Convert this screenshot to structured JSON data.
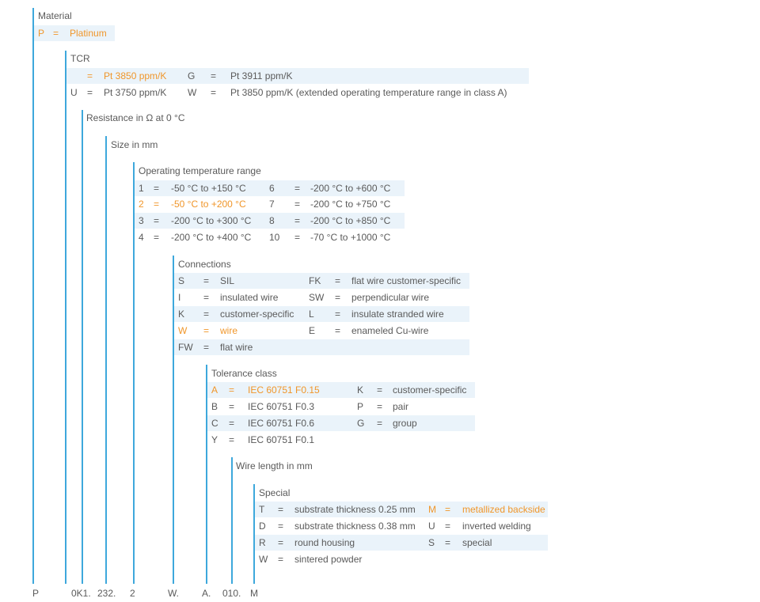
{
  "accent_color": "#3ea8dc",
  "highlight_color": "#f0962a",
  "band_color": "#eaf3fa",
  "material": {
    "title": "Material",
    "rows": [
      {
        "cells": [
          "P",
          "=",
          "Platinum"
        ],
        "highlight": [
          true,
          true,
          true
        ]
      }
    ]
  },
  "tcr": {
    "title": "TCR",
    "rows": [
      {
        "cells": [
          "",
          "=",
          "Pt 3850 ppm/K",
          "G",
          "=",
          "Pt 3911 ppm/K"
        ],
        "highlight": [
          true,
          true,
          true,
          false,
          false,
          false
        ]
      },
      {
        "cells": [
          "U",
          "=",
          "Pt 3750 ppm/K",
          "W",
          "=",
          "Pt 3850 ppm/K (extended operating temperature range in class A)"
        ],
        "highlight": [
          false,
          false,
          false,
          false,
          false,
          false
        ]
      }
    ]
  },
  "resistance": {
    "title": "Resistance in Ω at 0 °C"
  },
  "size": {
    "title": "Size in mm"
  },
  "operating_temp": {
    "title": "Operating temperature range",
    "rows": [
      {
        "cells": [
          "1",
          "=",
          "-50 °C to +150 °C",
          "6",
          "=",
          "-200 °C to +600 °C"
        ],
        "highlight": [
          false,
          false,
          false,
          false,
          false,
          false
        ]
      },
      {
        "cells": [
          "2",
          "=",
          "-50 °C to +200 °C",
          "7",
          "=",
          "-200 °C to +750 °C"
        ],
        "highlight": [
          true,
          true,
          true,
          false,
          false,
          false
        ]
      },
      {
        "cells": [
          "3",
          "=",
          "-200 °C to +300 °C",
          "8",
          "=",
          "-200 °C to +850 °C"
        ],
        "highlight": [
          false,
          false,
          false,
          false,
          false,
          false
        ]
      },
      {
        "cells": [
          "4",
          "=",
          "-200 °C to +400 °C",
          "10",
          "=",
          "-70 °C to +1000 °C"
        ],
        "highlight": [
          false,
          false,
          false,
          false,
          false,
          false
        ]
      }
    ]
  },
  "connections": {
    "title": "Connections",
    "rows": [
      {
        "cells": [
          "S",
          "=",
          "SIL",
          "FK",
          "=",
          "flat wire customer-specific"
        ],
        "highlight": [
          false,
          false,
          false,
          false,
          false,
          false
        ]
      },
      {
        "cells": [
          "I",
          "=",
          "insulated wire",
          "SW",
          "=",
          "perpendicular wire"
        ],
        "highlight": [
          false,
          false,
          false,
          false,
          false,
          false
        ]
      },
      {
        "cells": [
          "K",
          "=",
          "customer-specific",
          "L",
          "=",
          "insulate stranded wire"
        ],
        "highlight": [
          false,
          false,
          false,
          false,
          false,
          false
        ]
      },
      {
        "cells": [
          "W",
          "=",
          "wire",
          "E",
          "=",
          "enameled Cu-wire"
        ],
        "highlight": [
          true,
          true,
          true,
          false,
          false,
          false
        ]
      },
      {
        "cells": [
          "FW",
          "=",
          "flat wire"
        ],
        "highlight": [
          false,
          false,
          false
        ]
      }
    ]
  },
  "tolerance": {
    "title": "Tolerance class",
    "rows": [
      {
        "cells": [
          "A",
          "=",
          "IEC 60751 F0.15",
          "K",
          "=",
          "customer-specific"
        ],
        "highlight": [
          true,
          true,
          true,
          false,
          false,
          false
        ]
      },
      {
        "cells": [
          "B",
          "=",
          "IEC 60751 F0.3",
          "P",
          "=",
          "pair"
        ],
        "highlight": [
          false,
          false,
          false,
          false,
          false,
          false
        ]
      },
      {
        "cells": [
          "C",
          "=",
          "IEC 60751 F0.6",
          "G",
          "=",
          "group"
        ],
        "highlight": [
          false,
          false,
          false,
          false,
          false,
          false
        ]
      },
      {
        "cells": [
          "Y",
          "=",
          "IEC 60751 F0.1"
        ],
        "highlight": [
          false,
          false,
          false
        ]
      }
    ]
  },
  "wire_length": {
    "title": "Wire length in mm"
  },
  "special": {
    "title": "Special",
    "rows": [
      {
        "cells": [
          "T",
          "=",
          "substrate thickness 0.25 mm",
          "M",
          "=",
          "metallized backside"
        ],
        "highlight": [
          false,
          false,
          false,
          true,
          true,
          true
        ]
      },
      {
        "cells": [
          "D",
          "=",
          "substrate thickness 0.38 mm",
          "U",
          "=",
          "inverted welding"
        ],
        "highlight": [
          false,
          false,
          false,
          false,
          false,
          false
        ]
      },
      {
        "cells": [
          "R",
          "=",
          "round housing",
          "S",
          "=",
          "special"
        ],
        "highlight": [
          false,
          false,
          false,
          false,
          false,
          false
        ]
      },
      {
        "cells": [
          "W",
          "=",
          "sintered powder"
        ],
        "highlight": [
          false,
          false,
          false
        ]
      }
    ]
  },
  "order_code": [
    "P",
    "0K1.",
    "232.",
    "2",
    "W.",
    "A.",
    "010.",
    "M"
  ]
}
